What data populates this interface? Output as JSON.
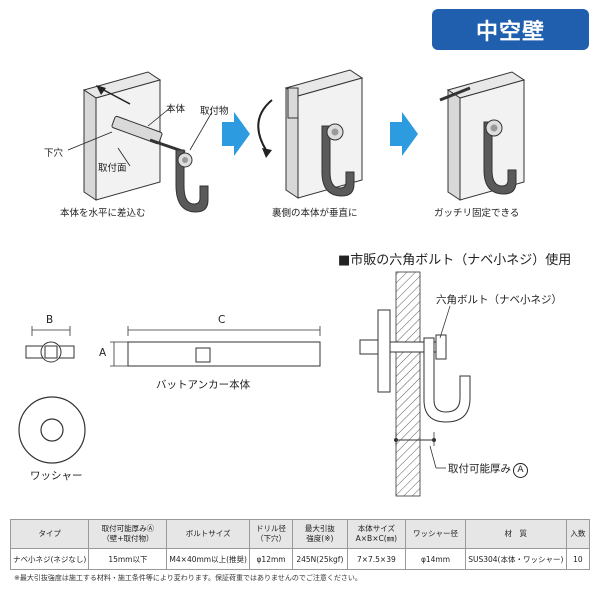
{
  "badge": "中空壁",
  "steps": {
    "step1": {
      "caption": "本体を水平に差込む",
      "label_hole": "下穴",
      "label_body": "本体",
      "label_attach": "取付物",
      "label_surface": "取付面"
    },
    "step2": {
      "caption": "裏側の本体が垂直に"
    },
    "step3": {
      "caption": "ガッチリ固定できる"
    }
  },
  "diagram": {
    "section_title": "■市販の六角ボルト（ナベ小ネジ）使用",
    "dim_b": "B",
    "dim_c": "C",
    "dim_a": "A",
    "anchor_label": "バットアンカー本体",
    "washer_label": "ワッシャー",
    "bolt_label": "六角ボルト（ナベ小ネジ）",
    "thickness_label": "取付可能厚み",
    "thickness_symbol": "A"
  },
  "table": {
    "headers": [
      "タイプ",
      "取付可能厚みⒶ\n（壁+取付物）",
      "ボルトサイズ",
      "ドリル径\n（下穴）",
      "最大引抜\n強度(※)",
      "本体サイズ\nA×B×C(㎜)",
      "ワッシャー径",
      "材　質",
      "入数"
    ],
    "rows": [
      [
        "ナベ小ネジ(ネジなし)",
        "15mm以下",
        "M4×40mm以上(推奨)",
        "φ12mm",
        "245N(25kgf)",
        "7×7.5×39",
        "φ14mm",
        "SUS304(本体・ワッシャー)",
        "10"
      ]
    ]
  },
  "note": "※最大引抜強度は施工する材料・施工条件等により変わります。保証荷重ではありませんのでご注意ください。",
  "colors": {
    "badge": "#1f5fae",
    "arrow": "#2d9be0",
    "hook": "#5a5a5a"
  }
}
